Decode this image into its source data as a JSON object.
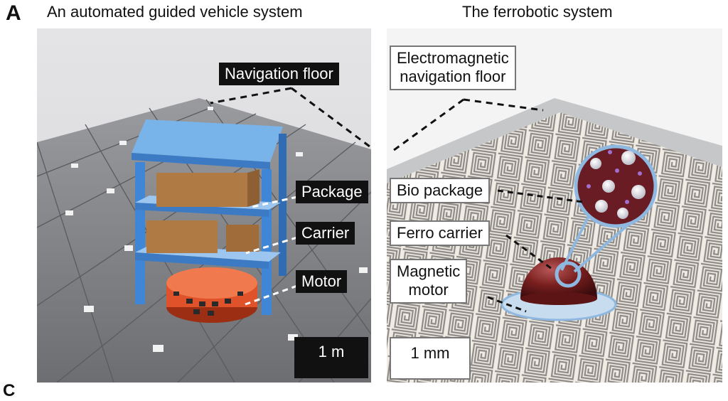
{
  "figure": {
    "panel_letter": "A",
    "next_panel_letter": "C",
    "left": {
      "title": "An automated guided vehicle system",
      "labels": {
        "navigation_floor": "Navigation floor",
        "package": "Package",
        "carrier": "Carrier",
        "motor": "Motor"
      },
      "scale_bar": "1 m"
    },
    "right": {
      "title": "The ferrobotic system",
      "labels": {
        "floor_line1": "Electromagnetic",
        "floor_line2": "navigation floor",
        "bio_package": "Bio package",
        "ferro_carrier": "Ferro carrier",
        "motor_line1": "Magnetic",
        "motor_line2": "motor"
      },
      "scale_bar": "1 mm"
    }
  },
  "colors": {
    "agv_floor": "#8a8c90",
    "shelf_blue": "#4a8fd8",
    "box_brown": "#b07a45",
    "motor_orange": "#e0522a",
    "droplet": "#7a1f1f",
    "ring": "#8fb8e0"
  }
}
